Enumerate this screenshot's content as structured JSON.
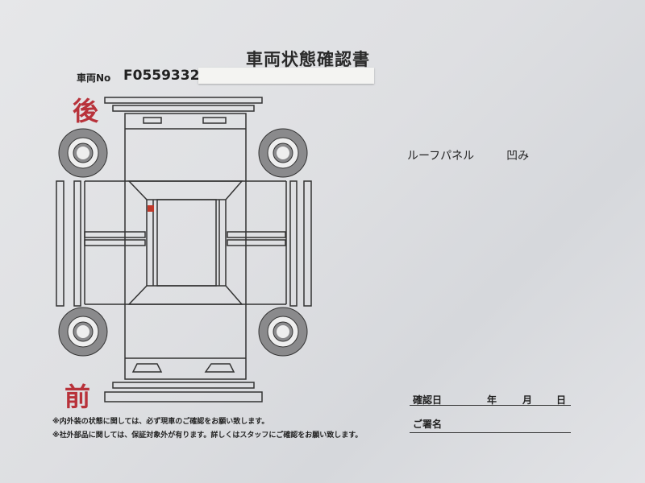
{
  "document": {
    "title": "車両状態確認書",
    "vehicle_no_label": "車両No",
    "vehicle_no": "F0559332",
    "rear_label": "後",
    "front_label": "前",
    "damage_note": {
      "part": "ルーフパネル",
      "condition": "凹み"
    },
    "disclaimers": [
      "※内外装の状態に関しては、必ず現車のご確認をお願い致します。",
      "※社外部品に関しては、保証対象外が有ります。詳しくはスタッフにご確認をお願い致します。"
    ],
    "confirm_date": {
      "label": "確認日",
      "year": "年",
      "month": "月",
      "day": "日"
    },
    "signature_label": "ご署名",
    "mark_color": "#c0392b"
  }
}
